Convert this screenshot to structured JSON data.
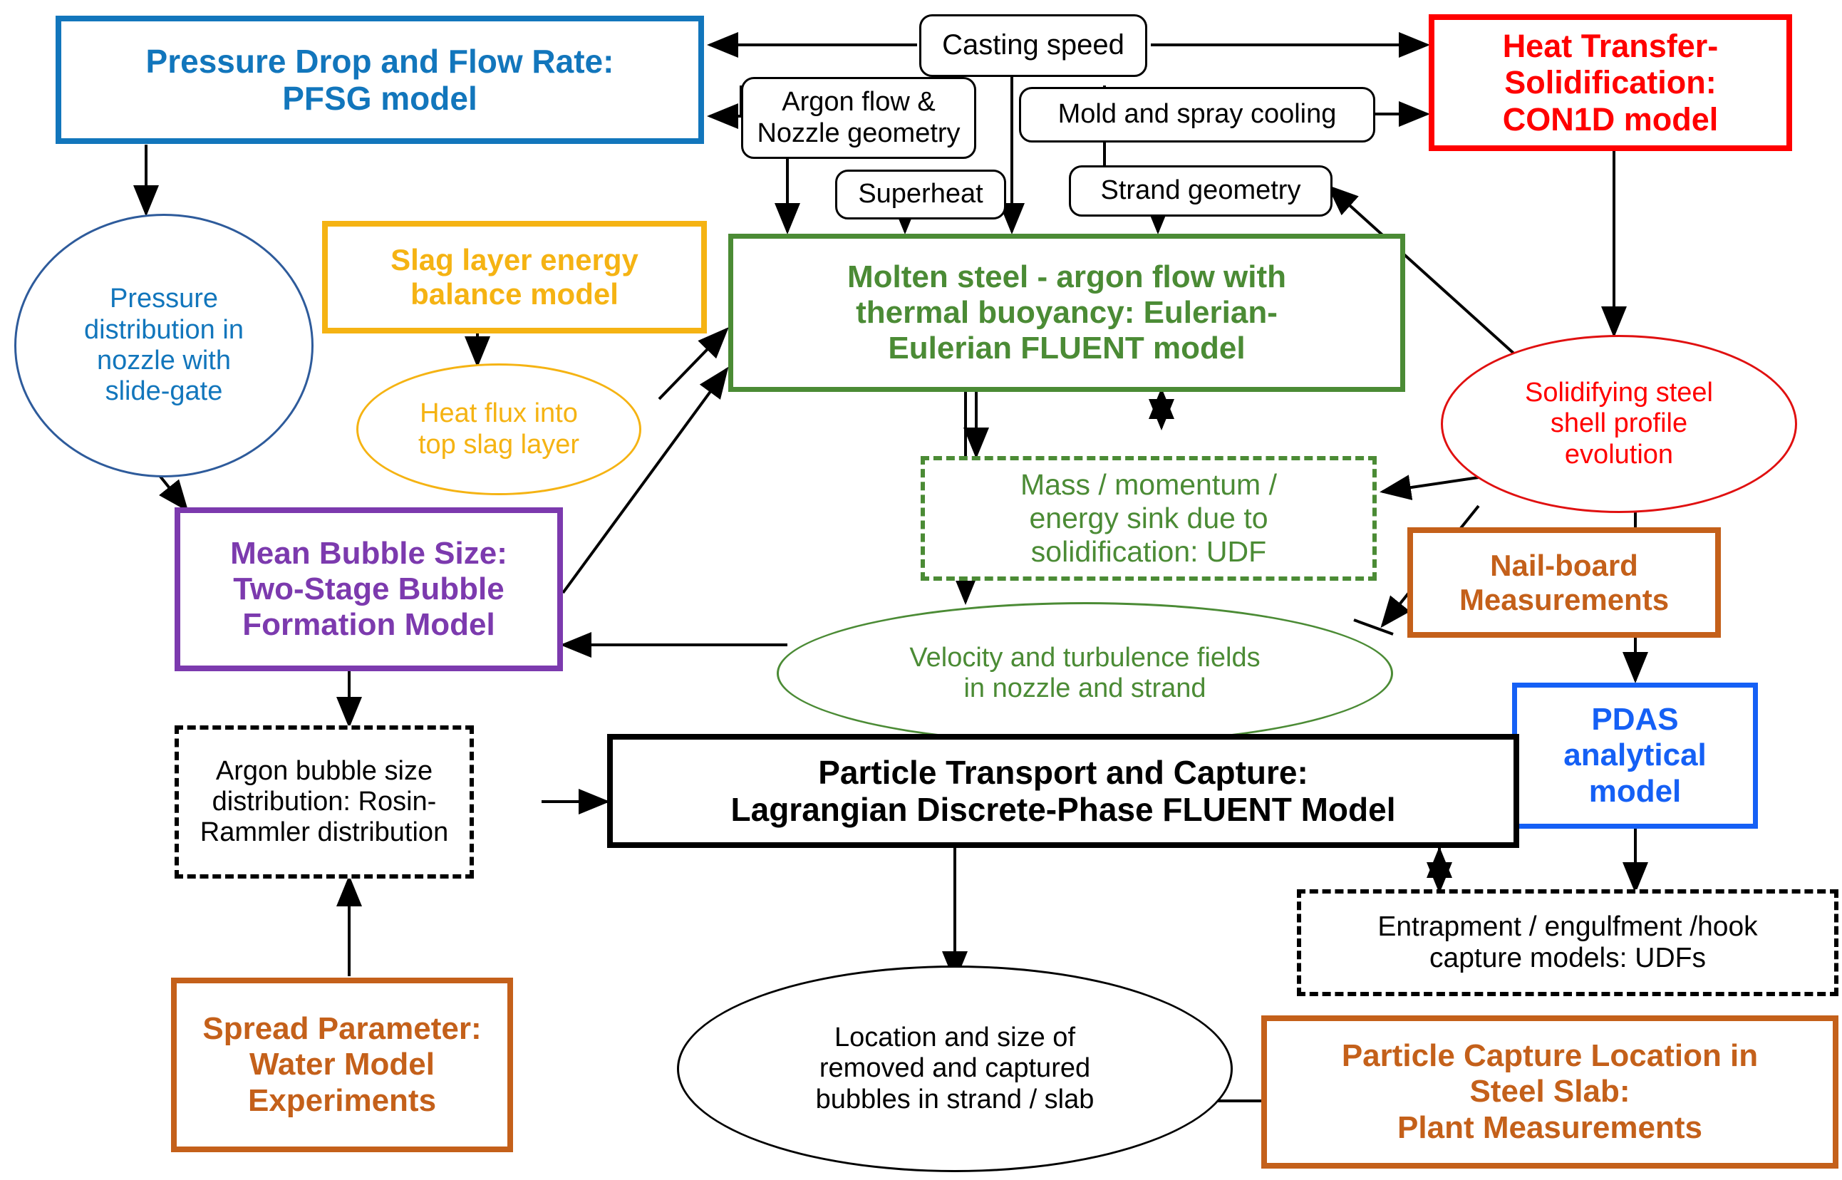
{
  "diagram": {
    "title": "Continuous casting multi-model computational framework flow chart",
    "colors": {
      "blue": "#1276BC",
      "bright_blue": "#1560F5",
      "red": "#FF0000",
      "green": "#4B8B35",
      "gold": "#F5B313",
      "purple": "#7C3AAE",
      "orange": "#C4601A",
      "black": "#000000"
    }
  },
  "nodes": {
    "pressure_drop_model": "Pressure Drop and Flow Rate:\nPFSG model",
    "casting_speed": "Casting speed",
    "heat_transfer_model": "Heat Transfer-\nSolidification:\nCON1D model",
    "argon_flow_nozzle": "Argon flow &\nNozzle geometry",
    "mold_spray_cooling": "Mold and spray cooling",
    "superheat": "Superheat",
    "strand_geometry": "Strand geometry",
    "slag_layer_model": "Slag layer energy\nbalance model",
    "molten_steel_model": "Molten steel - argon flow with\nthermal buoyancy: Eulerian-\nEulerian FLUENT model",
    "pressure_distribution": "Pressure\ndistribution in\nnozzle with\nslide-gate",
    "heat_flux_slag": "Heat flux into\ntop slag layer",
    "solidifying_shell": "Solidifying steel\nshell profile\nevolution",
    "mass_momentum_sink": "Mass / momentum /\nenergy sink due to\nsolidification: UDF",
    "mean_bubble_size": "Mean Bubble Size:\nTwo-Stage Bubble\nFormation Model",
    "nail_board": "Nail-board\nMeasurements",
    "velocity_turbulence": "Velocity and turbulence fields\nin nozzle and strand",
    "pdas_model": "PDAS\nanalytical\nmodel",
    "argon_bubble_size": "Argon bubble size\ndistribution: Rosin-\nRammler distribution",
    "particle_transport": "Particle Transport and Capture:\nLagrangian Discrete-Phase FLUENT Model",
    "entrapment_models": "Entrapment / engulfment /hook\ncapture models: UDFs",
    "spread_parameter": "Spread Parameter:\nWater Model\nExperiments",
    "location_size_bubbles": "Location and size of\nremoved and captured\nbubbles in strand / slab",
    "particle_capture_location": "Particle Capture Location in\nSteel Slab:\nPlant Measurements"
  }
}
